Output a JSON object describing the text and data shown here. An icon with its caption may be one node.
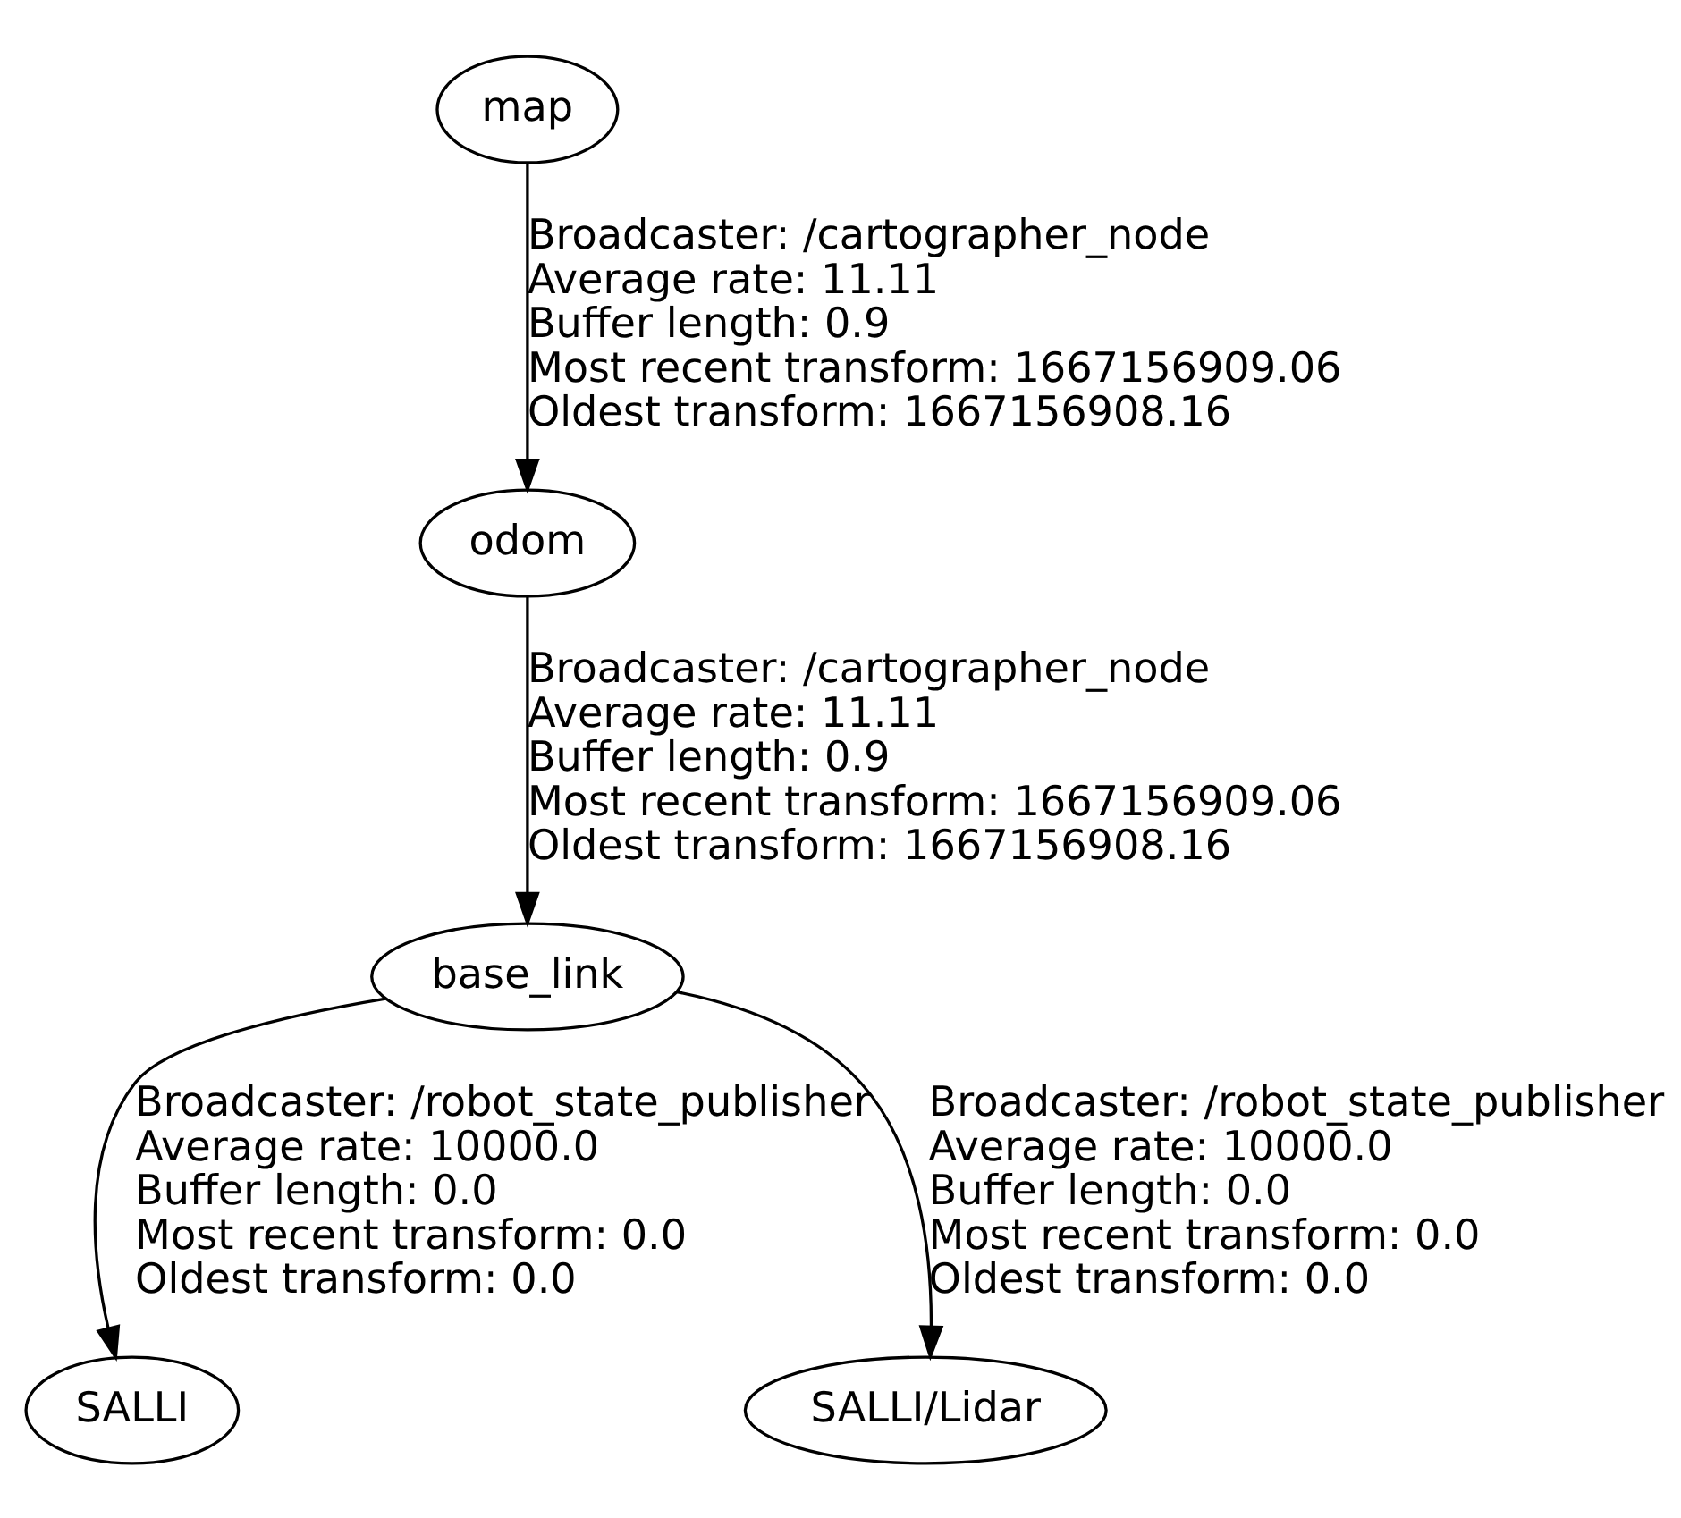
{
  "diagram": {
    "nodes": [
      {
        "text": [
          "map"
        ]
      },
      {
        "text": [
          "odom"
        ]
      },
      {
        "text": [
          "base_link"
        ]
      },
      {
        "text": [
          "SALLI"
        ]
      },
      {
        "text": [
          "SALLI/Lidar"
        ]
      }
    ],
    "edges": [
      {
        "from": 0,
        "to": 1,
        "arrow": "to",
        "label": "Broadcaster: /cartographer_node Average rate: 11.11 Buffer length: 0.9 Most recent transform: 1667156909.06 Oldest transform: 1667156908.16"
      },
      {
        "from": 1,
        "to": 2,
        "arrow": "to",
        "label": "Broadcaster: /cartographer_node Average rate: 11.11 Buffer length: 0.9 Most recent transform: 1667156909.06 Oldest transform: 1667156908.16"
      },
      {
        "from": 2,
        "to": 3,
        "arrow": "to",
        "label": "Broadcaster: /robot_state_publisher Average rate: 10000.0 Buffer length: 0.0 Most recent transform: 0.0 Oldest transform: 0.0"
      },
      {
        "from": 2,
        "to": 4,
        "arrow": "to",
        "label": "Broadcaster: /robot_state_publisher Average rate: 10000.0 Buffer length: 0.0 Most recent transform: 0.0 Oldest transform: 0.0"
      }
    ]
  }
}
